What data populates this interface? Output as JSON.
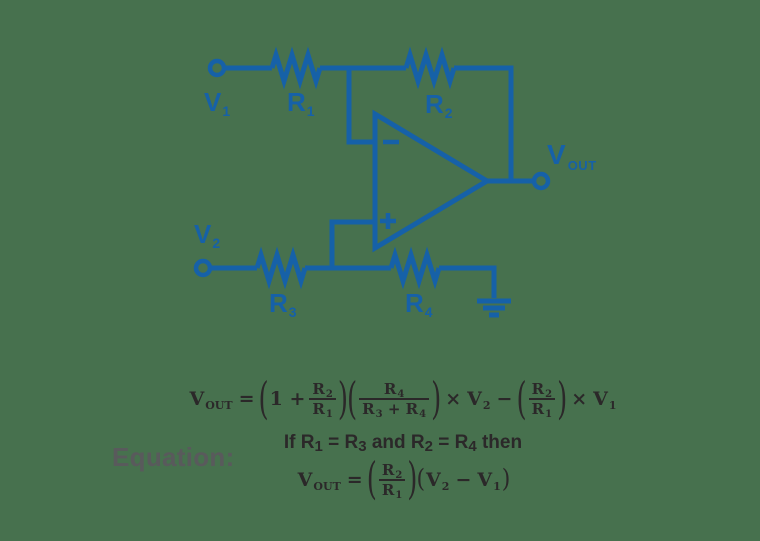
{
  "figure": {
    "background_color": "#47714E",
    "circuit_color": "#1661A8",
    "equation_text_color": "#2B2829",
    "heading_color": "#595A5C"
  },
  "circuit": {
    "labels": {
      "v1": {
        "base": "V",
        "sub": "1"
      },
      "r1": {
        "base": "R",
        "sub": "1"
      },
      "r2": {
        "base": "R",
        "sub": "2"
      },
      "vout": {
        "base": "V",
        "sub": "OUT"
      },
      "v2": {
        "base": "V",
        "sub": "2"
      },
      "r3": {
        "base": "R",
        "sub": "3"
      },
      "r4": {
        "base": "R",
        "sub": "4"
      }
    },
    "opamp": {
      "inverting_input_symbol": "−",
      "noninverting_input_symbol": "+"
    }
  },
  "equation_section": {
    "heading": "Equation:",
    "line1": {
      "lhs": {
        "base": "V",
        "sub": "OUT"
      },
      "equals": "=",
      "open_paren": "(",
      "one_plus": "1 +",
      "frac1": {
        "num": {
          "base": "R",
          "sub": "2"
        },
        "den": {
          "base": "R",
          "sub": "1"
        }
      },
      "close_paren": ")",
      "open_paren2": "(",
      "frac2": {
        "num": {
          "base": "R",
          "sub": "4"
        },
        "den": {
          "t1": {
            "base": "R",
            "sub": "3"
          },
          "plus": " + ",
          "t2": {
            "base": "R",
            "sub": "4"
          }
        }
      },
      "close_paren2": ")",
      "times1": "×",
      "v2": {
        "base": "V",
        "sub": "2"
      },
      "minus": "−",
      "open_paren3": "(",
      "frac3": {
        "num": {
          "base": "R",
          "sub": "2"
        },
        "den": {
          "base": "R",
          "sub": "1"
        }
      },
      "close_paren3": ")",
      "times2": "×",
      "v1": {
        "base": "V",
        "sub": "1"
      }
    },
    "line2": {
      "t1": "If R",
      "s1": "1",
      "t2": " = R",
      "s2": "3",
      "t3": " and R",
      "s3": "2",
      "t4": " = R",
      "s4": "4",
      "t5": " then"
    },
    "line3": {
      "lhs": {
        "base": "V",
        "sub": "OUT"
      },
      "equals": "=",
      "open_paren": "(",
      "frac": {
        "num": {
          "base": "R",
          "sub": "2"
        },
        "den": {
          "base": "R",
          "sub": "1"
        }
      },
      "close_paren": ")",
      "open_paren2": "(",
      "v2": {
        "base": "V",
        "sub": "2"
      },
      "minus": "−",
      "v1": {
        "base": "V",
        "sub": "1"
      },
      "close_paren2": ")"
    }
  }
}
